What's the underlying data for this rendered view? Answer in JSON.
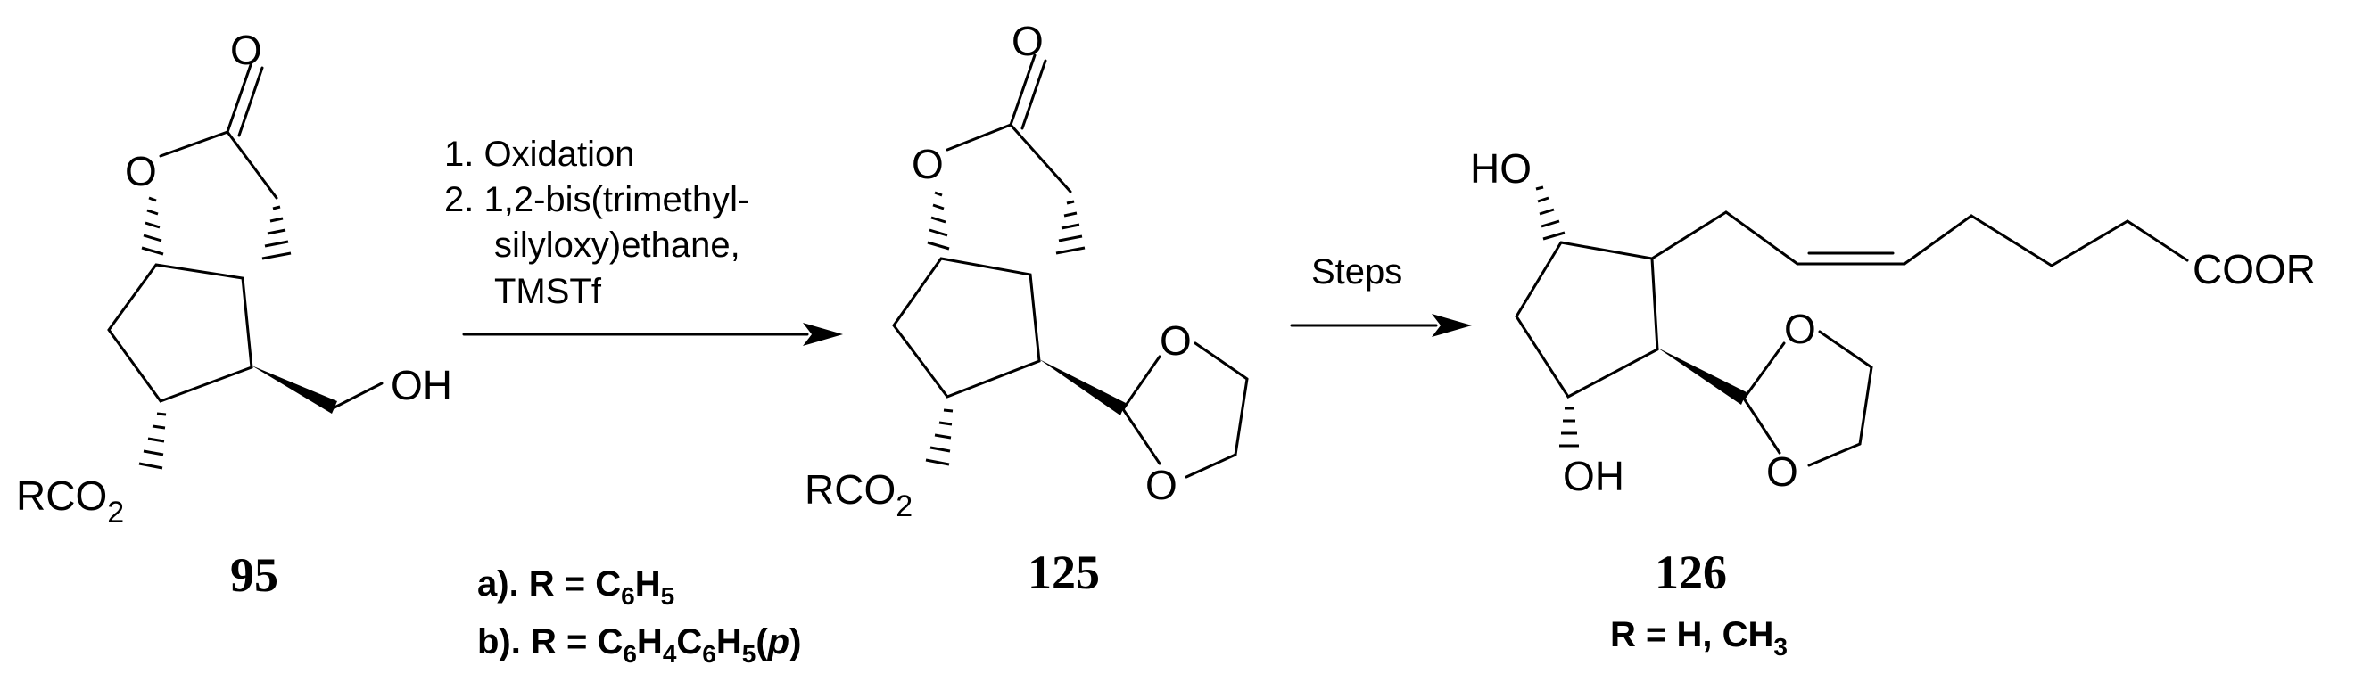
{
  "scheme": {
    "compounds": [
      {
        "id": "95",
        "atoms": {
          "carbonyl_o": "O",
          "ring_o": "O",
          "oh": "OH",
          "ester_main": "RCO",
          "ester_sub": "2"
        }
      },
      {
        "id": "125",
        "atoms": {
          "carbonyl_o": "O",
          "ring_o": "O",
          "dioxolane_o1": "O",
          "dioxolane_o2": "O",
          "ester_main": "RCO",
          "ester_sub": "2"
        }
      },
      {
        "id": "126",
        "atoms": {
          "ho": "HO",
          "oh": "OH",
          "dioxolane_o1": "O",
          "dioxolane_o2": "O",
          "cooR": "COOR"
        },
        "note": {
          "prefix": "R = H, CH",
          "sub": "3"
        }
      }
    ],
    "arrow1": {
      "conditions": [
        "1. Oxidation",
        "2. 1,2-bis(trimethyl-",
        "silyloxy)ethane,",
        "TMSTf"
      ]
    },
    "arrow2": {
      "label": "Steps"
    },
    "variants": [
      {
        "prefix": "a). R = C",
        "s1": "6",
        "mid": "H",
        "s2": "5",
        "suffix": ""
      },
      {
        "prefix": "b). R = C",
        "s1": "6",
        "mid": "H",
        "s2": "4",
        "mid2": "C",
        "s3": "6",
        "mid3": "H",
        "s4": "5",
        "suffix_open": "(",
        "italic": "p",
        "suffix_close": ")"
      }
    ]
  }
}
